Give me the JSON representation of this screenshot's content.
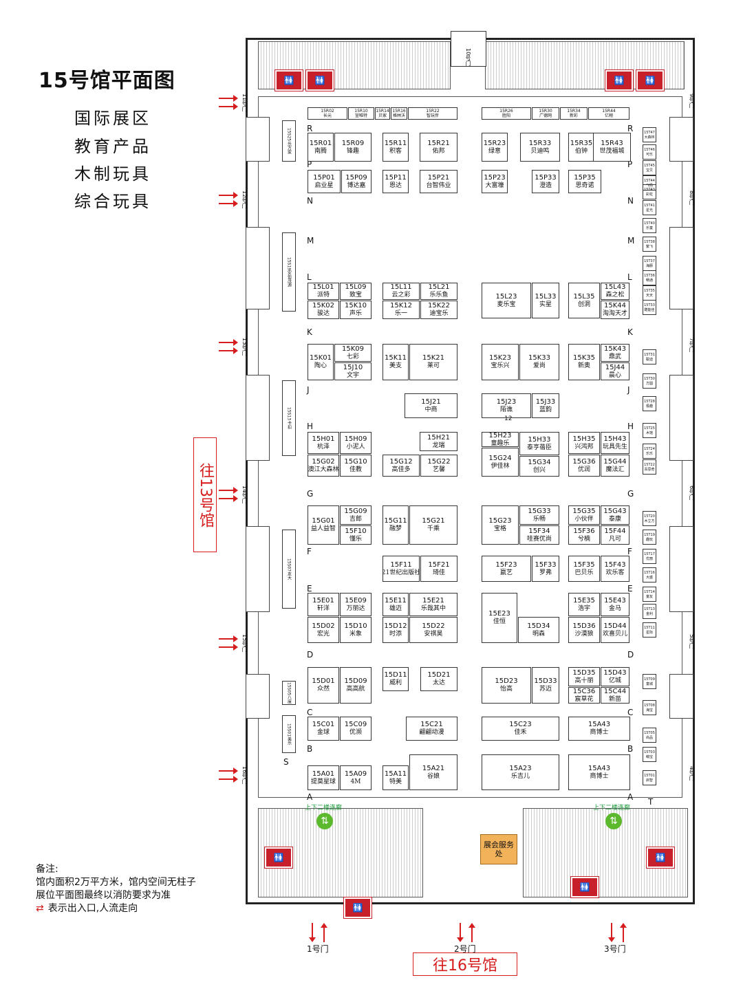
{
  "title": "15号馆平面图",
  "categories": [
    "国际展区",
    "教育产品",
    "木制玩具",
    "综合玩具"
  ],
  "notes": {
    "heading": "备注:",
    "line1": "馆内面积2万平方米，馆内空间无柱子",
    "line2": "展位平面图最终以消防要求为准",
    "line3": "表示出入口,人流走向"
  },
  "to_hall_13": "往13号馆",
  "to_hall_16": "往16号馆",
  "service_desk": "展会服务处",
  "lift_label": "上下二楼连廊",
  "accent_red": "#d61c1c",
  "service_color": "#f2b25a",
  "toilet_icon": "toilet-icon",
  "lift_icon": "escalator-icon",
  "bottom_gates": [
    "1号门",
    "2号门",
    "3号门"
  ],
  "top_gate": "10号门",
  "left_gates": [
    "11号门",
    "12号门",
    "13号门",
    "14号门",
    "15号门",
    "16号门"
  ],
  "right_gates": [
    "9号门",
    "8号门",
    "7号门",
    "6号门",
    "5号门",
    "4号门"
  ],
  "row_labels": [
    "R",
    "P",
    "N",
    "M",
    "L",
    "K",
    "J",
    "H",
    "G",
    "F",
    "E",
    "D",
    "C",
    "B",
    "A"
  ],
  "corner_labels": {
    "s": "S",
    "t": "T",
    "twelve": "12"
  },
  "left_side_booths": [
    {
      "code": "15S25",
      "name": "乐万家"
    },
    {
      "code": "15S19",
      "name": "安伯茂源"
    },
    {
      "code": "15S13",
      "name": "卡扣"
    },
    {
      "code": "15S07",
      "name": "友大"
    },
    {
      "code": "15S05",
      "name": "八度"
    },
    {
      "code": "15S01",
      "name": "美乐"
    }
  ],
  "right_side_booths": [
    {
      "code": "15T47",
      "name": "大森林"
    },
    {
      "code": "15T46",
      "name": "可乐"
    },
    {
      "code": "15T45",
      "name": "宝贝"
    },
    {
      "code": "15T44",
      "name": "飞扬"
    },
    {
      "code": "15T43",
      "name": "彩虹"
    },
    {
      "code": "15T41",
      "name": "星光"
    },
    {
      "code": "15T40",
      "name": "乐童"
    },
    {
      "code": "15T38",
      "name": "繁飞"
    },
    {
      "code": "15T37",
      "name": "海豚"
    },
    {
      "code": "15T36",
      "name": "畅通"
    },
    {
      "code": "15T35",
      "name": "天天"
    },
    {
      "code": "15T33",
      "name": "酷能佳"
    },
    {
      "code": "15T31",
      "name": "聪迪"
    },
    {
      "code": "15T30",
      "name": "方圆"
    },
    {
      "code": "15T28",
      "name": "极趣"
    },
    {
      "code": "15T25",
      "name": "木馆"
    },
    {
      "code": "15T24",
      "name": "乐乐"
    },
    {
      "code": "15T22",
      "name": "百思奇"
    },
    {
      "code": "15T20",
      "name": "木立方"
    },
    {
      "code": "15T19",
      "name": "趣玩"
    },
    {
      "code": "15T17",
      "name": "优丽"
    },
    {
      "code": "15T16",
      "name": "大盛"
    },
    {
      "code": "15T14",
      "name": "童友"
    },
    {
      "code": "15T13",
      "name": "金利"
    },
    {
      "code": "15T11",
      "name": "星际"
    },
    {
      "code": "15T09",
      "name": "童城"
    },
    {
      "code": "15T08",
      "name": "海宝"
    },
    {
      "code": "15T05",
      "name": "尚品"
    },
    {
      "code": "15T03",
      "name": "萌宝"
    },
    {
      "code": "15T01",
      "name": "启智"
    }
  ],
  "booths": [
    {
      "code": "15R02",
      "name": "长元",
      "size": "sm"
    },
    {
      "code": "15R10",
      "name": "宣唯特",
      "size": "sm"
    },
    {
      "code": "15R14",
      "name": "贝家",
      "size": "sm"
    },
    {
      "code": "15R16",
      "name": "格林沃",
      "size": "sm"
    },
    {
      "code": "15R22",
      "name": "智玩伴",
      "size": "sm"
    },
    {
      "code": "15R26",
      "name": "胜阳",
      "size": "sm"
    },
    {
      "code": "15R30",
      "name": "广德网",
      "size": "sm"
    },
    {
      "code": "15R34",
      "name": "新彩",
      "size": "sm"
    },
    {
      "code": "15R44",
      "name": "亿翔",
      "size": "sm"
    },
    {
      "code": "15R01",
      "name": "南腾"
    },
    {
      "code": "15R09",
      "name": "锋趣"
    },
    {
      "code": "15R11",
      "name": "积客"
    },
    {
      "code": "15R21",
      "name": "佑邦"
    },
    {
      "code": "15R23",
      "name": "绿意"
    },
    {
      "code": "15R33",
      "name": "贝迪鸣"
    },
    {
      "code": "15R35",
      "name": "伯钟"
    },
    {
      "code": "15R43",
      "name": "世茂福城"
    },
    {
      "code": "15P01",
      "name": "启业星"
    },
    {
      "code": "15P09",
      "name": "博达嘉"
    },
    {
      "code": "15P11",
      "name": "恩达"
    },
    {
      "code": "15P21",
      "name": "台智伟业"
    },
    {
      "code": "15P23",
      "name": "大富壕"
    },
    {
      "code": "15P33",
      "name": "澄造"
    },
    {
      "code": "15P35",
      "name": "思奇诺"
    },
    {
      "code": "15L01",
      "name": "派特"
    },
    {
      "code": "15L09",
      "name": "致宝"
    },
    {
      "code": "15K02",
      "name": "骏达"
    },
    {
      "code": "15K10",
      "name": "声乐"
    },
    {
      "code": "15L11",
      "name": "云之彩"
    },
    {
      "code": "15L21",
      "name": "乐乐鱼"
    },
    {
      "code": "15K12",
      "name": "乐一"
    },
    {
      "code": "15K22",
      "name": "迪宝乐"
    },
    {
      "code": "15L23",
      "name": "麦乐宝"
    },
    {
      "code": "15L33",
      "name": "实星"
    },
    {
      "code": "15L35",
      "name": "创洞"
    },
    {
      "code": "15L43",
      "name": "森之松"
    },
    {
      "code": "15K44",
      "name": "淘淘天才"
    },
    {
      "code": "15K01",
      "name": "陶心"
    },
    {
      "code": "15K09",
      "name": "七彩"
    },
    {
      "code": "15J10",
      "name": "文宇"
    },
    {
      "code": "15K11",
      "name": "美支"
    },
    {
      "code": "15K21",
      "name": "莱可"
    },
    {
      "code": "15K23",
      "name": "宝乐兴"
    },
    {
      "code": "15K33",
      "name": "爱尚"
    },
    {
      "code": "15K35",
      "name": "新奥"
    },
    {
      "code": "15K43",
      "name": "鼎武"
    },
    {
      "code": "15J44",
      "name": "晨心"
    },
    {
      "code": "15J21",
      "name": "中商"
    },
    {
      "code": "15J23",
      "name": "陌谯"
    },
    {
      "code": "15J33",
      "name": "蓝韵"
    },
    {
      "code": "15H01",
      "name": "杭泽"
    },
    {
      "code": "15H09",
      "name": "小泥人"
    },
    {
      "code": "15G02",
      "name": "澳江大森林"
    },
    {
      "code": "15G10",
      "name": "佳教"
    },
    {
      "code": "15H21",
      "name": "龙瑞"
    },
    {
      "code": "15G12",
      "name": "高佳多"
    },
    {
      "code": "15G22",
      "name": "艺馨"
    },
    {
      "code": "15H23",
      "name": "童趣乐"
    },
    {
      "code": "15H33",
      "name": "泰亨蓓臣"
    },
    {
      "code": "15G24",
      "name": "伊佳林"
    },
    {
      "code": "15G34",
      "name": "创兴"
    },
    {
      "code": "15H35",
      "name": "兴鸿邦"
    },
    {
      "code": "15H43",
      "name": "玩具先生"
    },
    {
      "code": "15G36",
      "name": "优润"
    },
    {
      "code": "15G44",
      "name": "魔法汇"
    },
    {
      "code": "15G01",
      "name": "益人益智"
    },
    {
      "code": "15G09",
      "name": "吉郎"
    },
    {
      "code": "15F10",
      "name": "懂乐"
    },
    {
      "code": "15G11",
      "name": "融梦"
    },
    {
      "code": "15G21",
      "name": "千乘"
    },
    {
      "code": "15G23",
      "name": "宝格"
    },
    {
      "code": "15G33",
      "name": "乐畅"
    },
    {
      "code": "15F34",
      "name": "哇赛优尚"
    },
    {
      "code": "15G35",
      "name": "小伙伴"
    },
    {
      "code": "15G43",
      "name": "泰康"
    },
    {
      "code": "15F36",
      "name": "兮楠"
    },
    {
      "code": "15F44",
      "name": "凡可"
    },
    {
      "code": "15F11",
      "name": "21世纪出版社"
    },
    {
      "code": "15F21",
      "name": "琦佳"
    },
    {
      "code": "15F23",
      "name": "嬴艺"
    },
    {
      "code": "15F33",
      "name": "罗弗"
    },
    {
      "code": "15F35",
      "name": "巴贝乐"
    },
    {
      "code": "15F43",
      "name": "欢乐客"
    },
    {
      "code": "15E01",
      "name": "轩洋"
    },
    {
      "code": "15E09",
      "name": "万丽达"
    },
    {
      "code": "15D02",
      "name": "宏光"
    },
    {
      "code": "15D10",
      "name": "米象"
    },
    {
      "code": "15E11",
      "name": "雄迈"
    },
    {
      "code": "15E21",
      "name": "乐哉其中"
    },
    {
      "code": "15D12",
      "name": "时添"
    },
    {
      "code": "15D22",
      "name": "安祺昊"
    },
    {
      "code": "15E23",
      "name": "佳恒"
    },
    {
      "code": "15D34",
      "name": "明森"
    },
    {
      "code": "15E35",
      "name": "浩宇"
    },
    {
      "code": "15E43",
      "name": "金马"
    },
    {
      "code": "15D36",
      "name": "沙漠狼"
    },
    {
      "code": "15D44",
      "name": "欢喜贝儿"
    },
    {
      "code": "15D01",
      "name": "众然"
    },
    {
      "code": "15D09",
      "name": "高高航"
    },
    {
      "code": "15D11",
      "name": "威利"
    },
    {
      "code": "15D21",
      "name": "太达"
    },
    {
      "code": "15D23",
      "name": "怡高"
    },
    {
      "code": "15D33",
      "name": "苏迈"
    },
    {
      "code": "15D35",
      "name": "高十丽"
    },
    {
      "code": "15D43",
      "name": "亿城"
    },
    {
      "code": "15C36",
      "name": "宸草花"
    },
    {
      "code": "15C44",
      "name": "新苗"
    },
    {
      "code": "15C01",
      "name": "金球"
    },
    {
      "code": "15C09",
      "name": "优濒"
    },
    {
      "code": "15C21",
      "name": "翩翩动漫"
    },
    {
      "code": "15C23",
      "name": "佳禾"
    },
    {
      "code": "15A43",
      "name": "商博士"
    },
    {
      "code": "15A01",
      "name": "提莫星球"
    },
    {
      "code": "15A09",
      "name": "4M"
    },
    {
      "code": "15A11",
      "name": "特美"
    },
    {
      "code": "15A21",
      "name": "谷娘"
    },
    {
      "code": "15A23",
      "name": "乐吉儿"
    },
    {
      "code": "15A43",
      "name": "商博士"
    }
  ]
}
